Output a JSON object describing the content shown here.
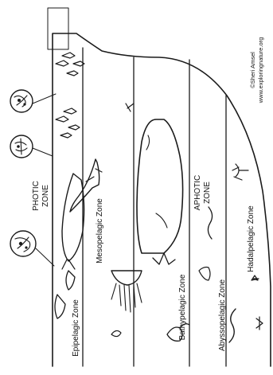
{
  "labels": {
    "photic_zone": "PHOTIC ZONE",
    "aphotic_zone": "APHOTIC ZONE",
    "epipelagic": "Epipelagic Zone",
    "mesopelagic": "Mesopelagic Zone",
    "bathypelagic": "Bathypelagic Zone",
    "abyssopelagic": "Abyssopelagic Zone",
    "hadalpelagic": "Hadalpelagic Zone"
  },
  "credit": {
    "author": "©Sheri Amsel",
    "website": "www.exploringnature.org"
  },
  "colors": {
    "ink": "#1a1a1a",
    "paper": "#ffffff"
  }
}
